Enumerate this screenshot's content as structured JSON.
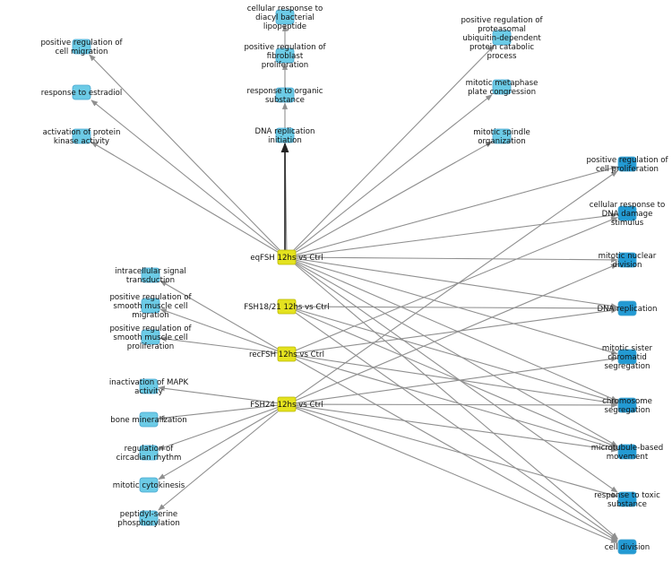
{
  "colors": {
    "condition_node": "#e4e21f",
    "condition_border": "#b9b600",
    "term_node_light": "#6ccbe6",
    "term_node_dark": "#239ad3",
    "term_border": "#4aa6cf",
    "edge": "#8f8f8f",
    "edge_strong": "#222222"
  },
  "conditions": [
    {
      "id": "c1",
      "label": "eqFSH 12hs vs Ctrl"
    },
    {
      "id": "c2",
      "label": "FSH18/21 12hs vs Ctrl"
    },
    {
      "id": "c3",
      "label": "recFSH 12hs vs Ctrl"
    },
    {
      "id": "c4",
      "label": "FSH24 12hs vs Ctrl"
    }
  ],
  "terms": [
    {
      "id": "cell_migration",
      "label": [
        "positive regulation of",
        "cell migration"
      ],
      "shade": "light"
    },
    {
      "id": "estradiol",
      "label": [
        "response to estradiol"
      ],
      "shade": "light"
    },
    {
      "id": "protein_kinase",
      "label": [
        "activation of protein",
        "kinase activity"
      ],
      "shade": "light"
    },
    {
      "id": "diacyl",
      "label": [
        "cellular response to",
        "diacyl bacterial",
        "lipopeptide"
      ],
      "shade": "light"
    },
    {
      "id": "fibroblast",
      "label": [
        "positive regulation of",
        "fibroblast",
        "proliferation"
      ],
      "shade": "light"
    },
    {
      "id": "organic",
      "label": [
        "response to organic",
        "substance"
      ],
      "shade": "light"
    },
    {
      "id": "dna_rep_init",
      "label": [
        "DNA replication",
        "initiation"
      ],
      "shade": "light"
    },
    {
      "id": "proteasomal",
      "label": [
        "positive regulation of",
        "proteasomal",
        "ubiquitin-dependent",
        "protein catabolic",
        "process"
      ],
      "shade": "light"
    },
    {
      "id": "metaphase",
      "label": [
        "mitotic metaphase",
        "plate congression"
      ],
      "shade": "light"
    },
    {
      "id": "spindle",
      "label": [
        "mitotic spindle",
        "organization"
      ],
      "shade": "light"
    },
    {
      "id": "cell_prolif",
      "label": [
        "positive regulation of",
        "cell proliferation"
      ],
      "shade": "dark"
    },
    {
      "id": "dna_damage",
      "label": [
        "cellular response to",
        "DNA damage",
        "stimulus"
      ],
      "shade": "dark"
    },
    {
      "id": "nuclear_div",
      "label": [
        "mitotic nuclear",
        "division"
      ],
      "shade": "dark"
    },
    {
      "id": "dna_rep",
      "label": [
        "DNA replication"
      ],
      "shade": "dark"
    },
    {
      "id": "sister",
      "label": [
        "mitotic sister",
        "chromatid",
        "segregation"
      ],
      "shade": "dark"
    },
    {
      "id": "chromosome",
      "label": [
        "chromosome",
        "segregation"
      ],
      "shade": "dark"
    },
    {
      "id": "microtubule",
      "label": [
        "microtubule-based",
        "movement"
      ],
      "shade": "dark"
    },
    {
      "id": "toxic",
      "label": [
        "response to toxic",
        "substance"
      ],
      "shade": "dark"
    },
    {
      "id": "cell_division",
      "label": [
        "cell division"
      ],
      "shade": "dark"
    },
    {
      "id": "intracellular",
      "label": [
        "intracellular signal",
        "transduction"
      ],
      "shade": "light"
    },
    {
      "id": "smooth_migr",
      "label": [
        "positive regulation of",
        "smooth muscle cell",
        "migration"
      ],
      "shade": "light"
    },
    {
      "id": "smooth_prolif",
      "label": [
        "positive regulation of",
        "smooth muscle cell",
        "proliferation"
      ],
      "shade": "light"
    },
    {
      "id": "mapk",
      "label": [
        "inactivation of MAPK",
        "activity"
      ],
      "shade": "light"
    },
    {
      "id": "bone",
      "label": [
        "bone mineralization"
      ],
      "shade": "light"
    },
    {
      "id": "circadian",
      "label": [
        "regulation of",
        "circadian rhythm"
      ],
      "shade": "light"
    },
    {
      "id": "cytokinesis",
      "label": [
        "mitotic cytokinesis"
      ],
      "shade": "light"
    },
    {
      "id": "peptidyl",
      "label": [
        "peptidyl-serine",
        "phosphorylation"
      ],
      "shade": "light"
    }
  ],
  "edges": [
    [
      "c1",
      "cell_migration"
    ],
    [
      "c1",
      "estradiol"
    ],
    [
      "c1",
      "protein_kinase"
    ],
    [
      "c1",
      "dna_rep_init"
    ],
    [
      "c1",
      "proteasomal"
    ],
    [
      "c1",
      "metaphase"
    ],
    [
      "c1",
      "spindle"
    ],
    [
      "c1",
      "cell_prolif"
    ],
    [
      "c1",
      "dna_damage"
    ],
    [
      "c1",
      "nuclear_div"
    ],
    [
      "c1",
      "dna_rep"
    ],
    [
      "c1",
      "sister"
    ],
    [
      "c1",
      "chromosome"
    ],
    [
      "c1",
      "microtubule"
    ],
    [
      "c1",
      "toxic"
    ],
    [
      "c1",
      "cell_division"
    ],
    [
      "c2",
      "dna_rep"
    ],
    [
      "c2",
      "chromosome"
    ],
    [
      "c2",
      "microtubule"
    ],
    [
      "c2",
      "cell_division"
    ],
    [
      "c3",
      "intracellular"
    ],
    [
      "c3",
      "smooth_migr"
    ],
    [
      "c3",
      "smooth_prolif"
    ],
    [
      "c3",
      "dna_damage"
    ],
    [
      "c3",
      "dna_rep"
    ],
    [
      "c3",
      "chromosome"
    ],
    [
      "c3",
      "microtubule"
    ],
    [
      "c3",
      "cell_division"
    ],
    [
      "c4",
      "mapk"
    ],
    [
      "c4",
      "bone"
    ],
    [
      "c4",
      "circadian"
    ],
    [
      "c4",
      "cytokinesis"
    ],
    [
      "c4",
      "peptidyl"
    ],
    [
      "c4",
      "cell_prolif"
    ],
    [
      "c4",
      "nuclear_div"
    ],
    [
      "c4",
      "sister"
    ],
    [
      "c4",
      "chromosome"
    ],
    [
      "c4",
      "microtubule"
    ],
    [
      "c4",
      "toxic"
    ],
    [
      "c4",
      "cell_division"
    ]
  ],
  "chain_edges": [
    [
      "dna_rep_init",
      "organic"
    ],
    [
      "organic",
      "fibroblast"
    ],
    [
      "fibroblast",
      "diacyl"
    ]
  ]
}
